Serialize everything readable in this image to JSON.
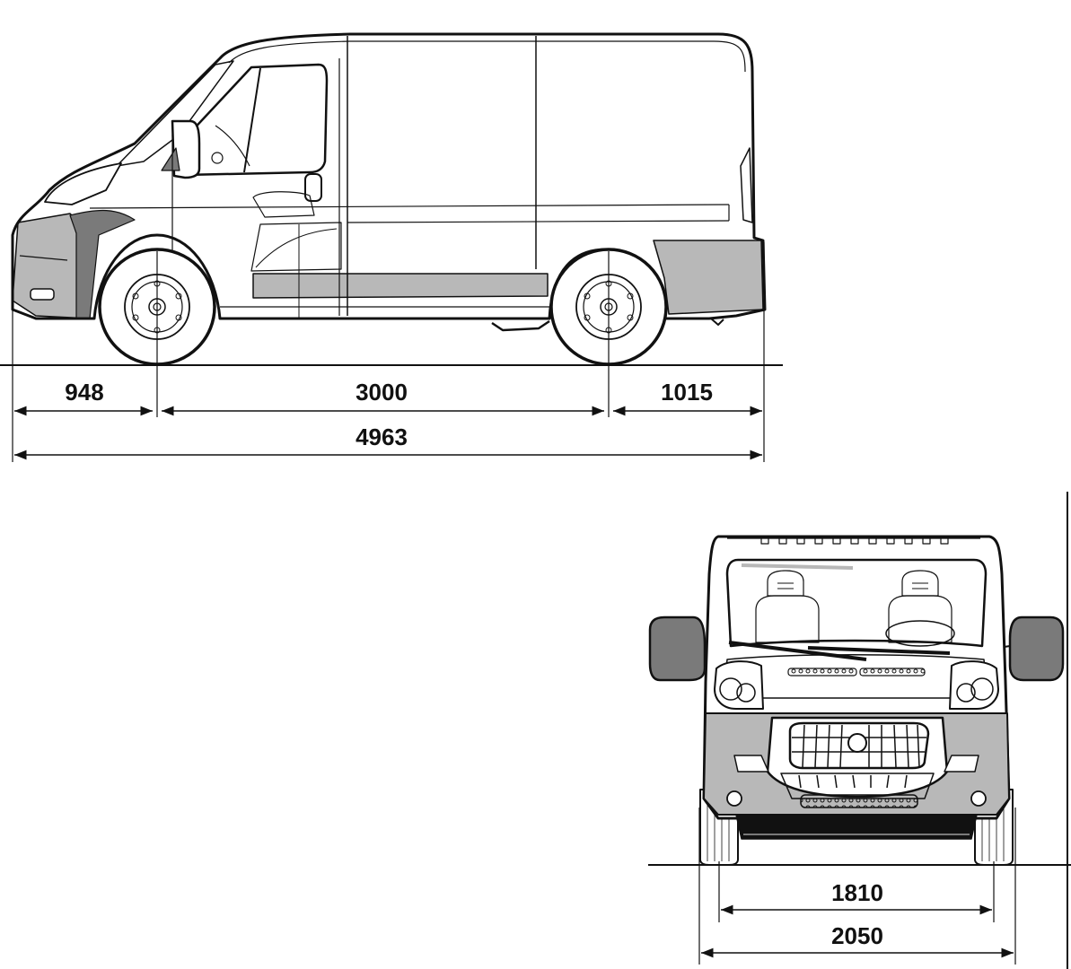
{
  "colors": {
    "line": "#111111",
    "panel_shade": "#b8b8b8",
    "dark_shade": "#7a7a7a",
    "background": "#ffffff"
  },
  "side_view": {
    "front_overhang": "948",
    "wheelbase": "3000",
    "rear_overhang": "1015",
    "overall_length": "4963"
  },
  "front_view": {
    "track": "1810",
    "overall_width": "2050"
  }
}
